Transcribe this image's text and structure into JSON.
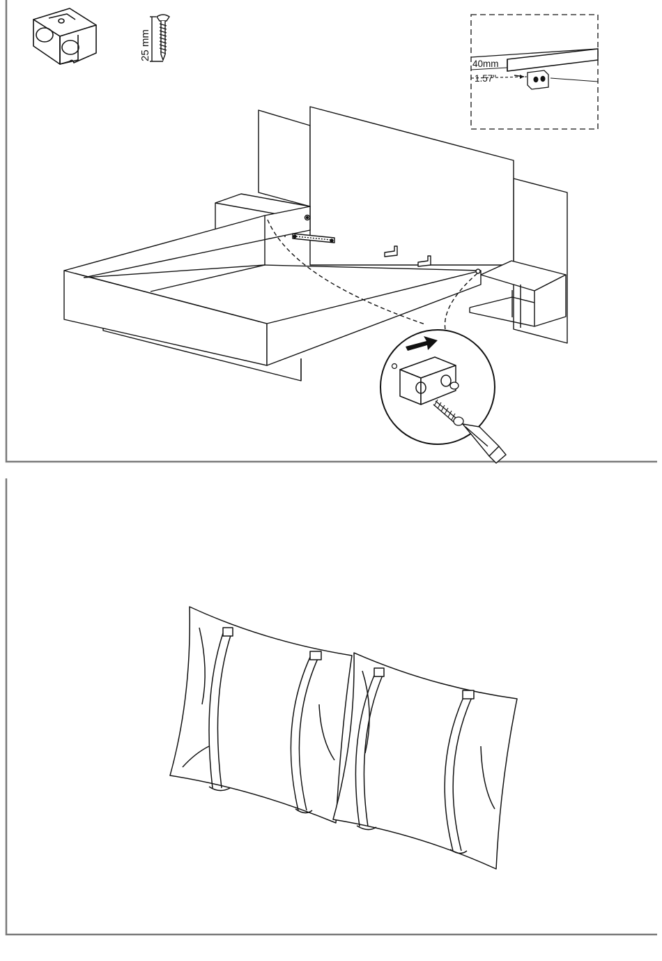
{
  "steps": [
    {
      "parts": {
        "block": {
          "icon": "connector-block-icon"
        },
        "screw": {
          "icon": "screw-icon",
          "length_label": "25 mm"
        }
      },
      "detail": {
        "metric": "40mm",
        "imperial": "1.57\""
      },
      "zoom": {
        "arrow_icon": "push-arrow-icon",
        "tool_icon": "screwdriver-icon"
      }
    },
    {
      "figure": "pillows",
      "pillow_icons": [
        "pillow-with-straps-icon",
        "pillow-with-straps-icon"
      ]
    }
  ]
}
